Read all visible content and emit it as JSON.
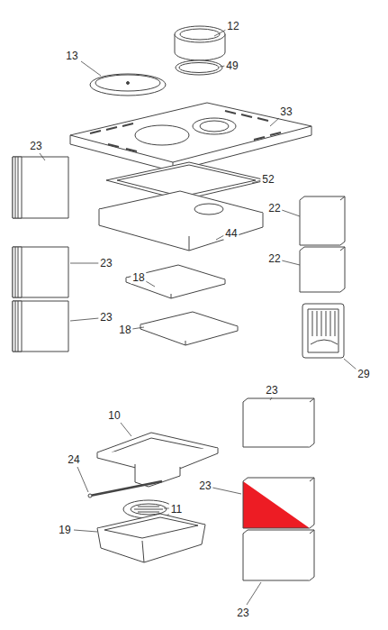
{
  "diagram": {
    "labels": [
      "12",
      "13",
      "49",
      "33",
      "52",
      "23",
      "22",
      "44",
      "23",
      "18",
      "22",
      "18",
      "23",
      "29",
      "10",
      "24",
      "11",
      "23",
      "23",
      "19",
      "23"
    ]
  }
}
